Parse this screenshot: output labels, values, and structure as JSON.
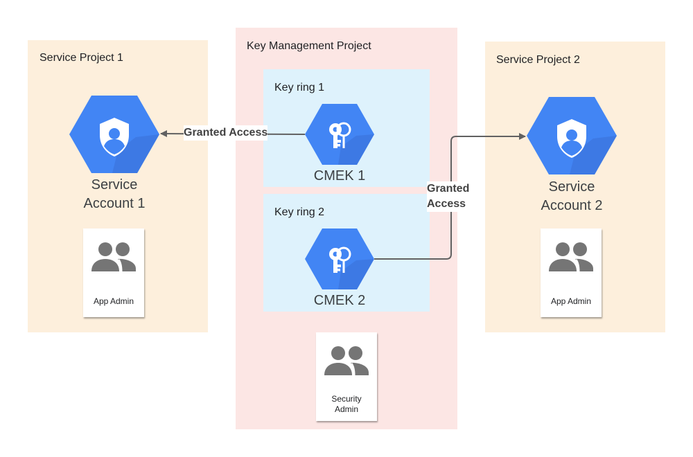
{
  "colors": {
    "project_bg": "#fdefdc",
    "kms_bg": "#fce6e4",
    "keyring_bg": "#def2fc",
    "hex_blue": "#4285f4",
    "hex_shadow": "#3b72d9",
    "icon_gray": "#757575",
    "arrow": "#616161"
  },
  "service_project_1": {
    "title": "Service Project 1",
    "account": {
      "line1": "Service",
      "line2": "Account 1",
      "icon": "service-account-icon"
    },
    "admin": {
      "label": "App Admin",
      "icon": "people-icon"
    }
  },
  "key_management_project": {
    "title": "Key Management Project",
    "key_ring_1": {
      "title": "Key ring 1",
      "key": {
        "label": "CMEK 1",
        "icon": "key-management-icon"
      }
    },
    "key_ring_2": {
      "title": "Key ring 2",
      "key": {
        "label": "CMEK 2",
        "icon": "key-management-icon"
      }
    },
    "admin": {
      "line1": "Security",
      "line2": "Admin",
      "icon": "people-icon"
    }
  },
  "service_project_2": {
    "title": "Service Project 2",
    "account": {
      "line1": "Service",
      "line2": "Account 2",
      "icon": "service-account-icon"
    },
    "admin": {
      "label": "App Admin",
      "icon": "people-icon"
    }
  },
  "edges": {
    "cmek1_to_sa1": {
      "label": "Granted Access"
    },
    "cmek2_to_sa2": {
      "line1": "Granted",
      "line2": "Access"
    }
  }
}
